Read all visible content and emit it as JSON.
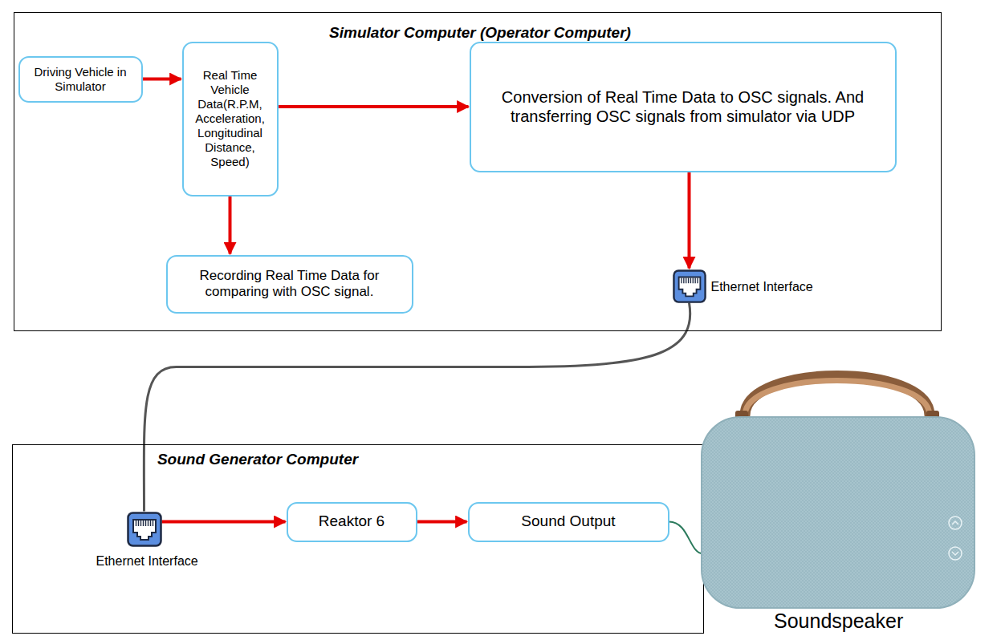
{
  "diagram": {
    "nodes": [
      {
        "text": [
          "Simulator Computer (Operator Computer)"
        ]
      },
      {
        "text": [
          "Driving Vehicle in Simulator"
        ],
        "in": 0
      },
      {
        "text": [
          "Real Time Vehicle Data(R.P.M, Acceleration, Longitudinal Distance, Speed)"
        ],
        "in": 0
      },
      {
        "text": [
          "Conversion of Real Time Data to OSC signals. And transferring OSC signals from simulator via UDP"
        ],
        "in": 0
      },
      {
        "text": [
          "Recording Real Time Data for comparing with OSC signal."
        ],
        "in": 0
      },
      {
        "text": [
          "Ethernet Interface"
        ],
        "in": 0
      },
      {
        "text": [
          "Sound Generator Computer"
        ]
      },
      {
        "text": [
          "Ethernet Interface"
        ],
        "in": 6
      },
      {
        "text": [
          "Reaktor 6"
        ],
        "in": 6
      },
      {
        "text": [
          "Sound Output"
        ],
        "in": 6
      },
      {
        "text": [
          "Soundspeaker"
        ]
      }
    ],
    "edges": [
      {
        "from": 1,
        "to": 2,
        "arrow": "to"
      },
      {
        "from": 2,
        "to": 3,
        "arrow": "to"
      },
      {
        "from": 2,
        "to": 4,
        "arrow": "to"
      },
      {
        "from": 3,
        "to": 5,
        "arrow": "to"
      },
      {
        "from": 5,
        "to": 7,
        "arrow": "none"
      },
      {
        "from": 7,
        "to": 8,
        "arrow": "to"
      },
      {
        "from": 8,
        "to": 9,
        "arrow": "to"
      },
      {
        "from": 9,
        "to": 10,
        "arrow": "none"
      }
    ]
  }
}
